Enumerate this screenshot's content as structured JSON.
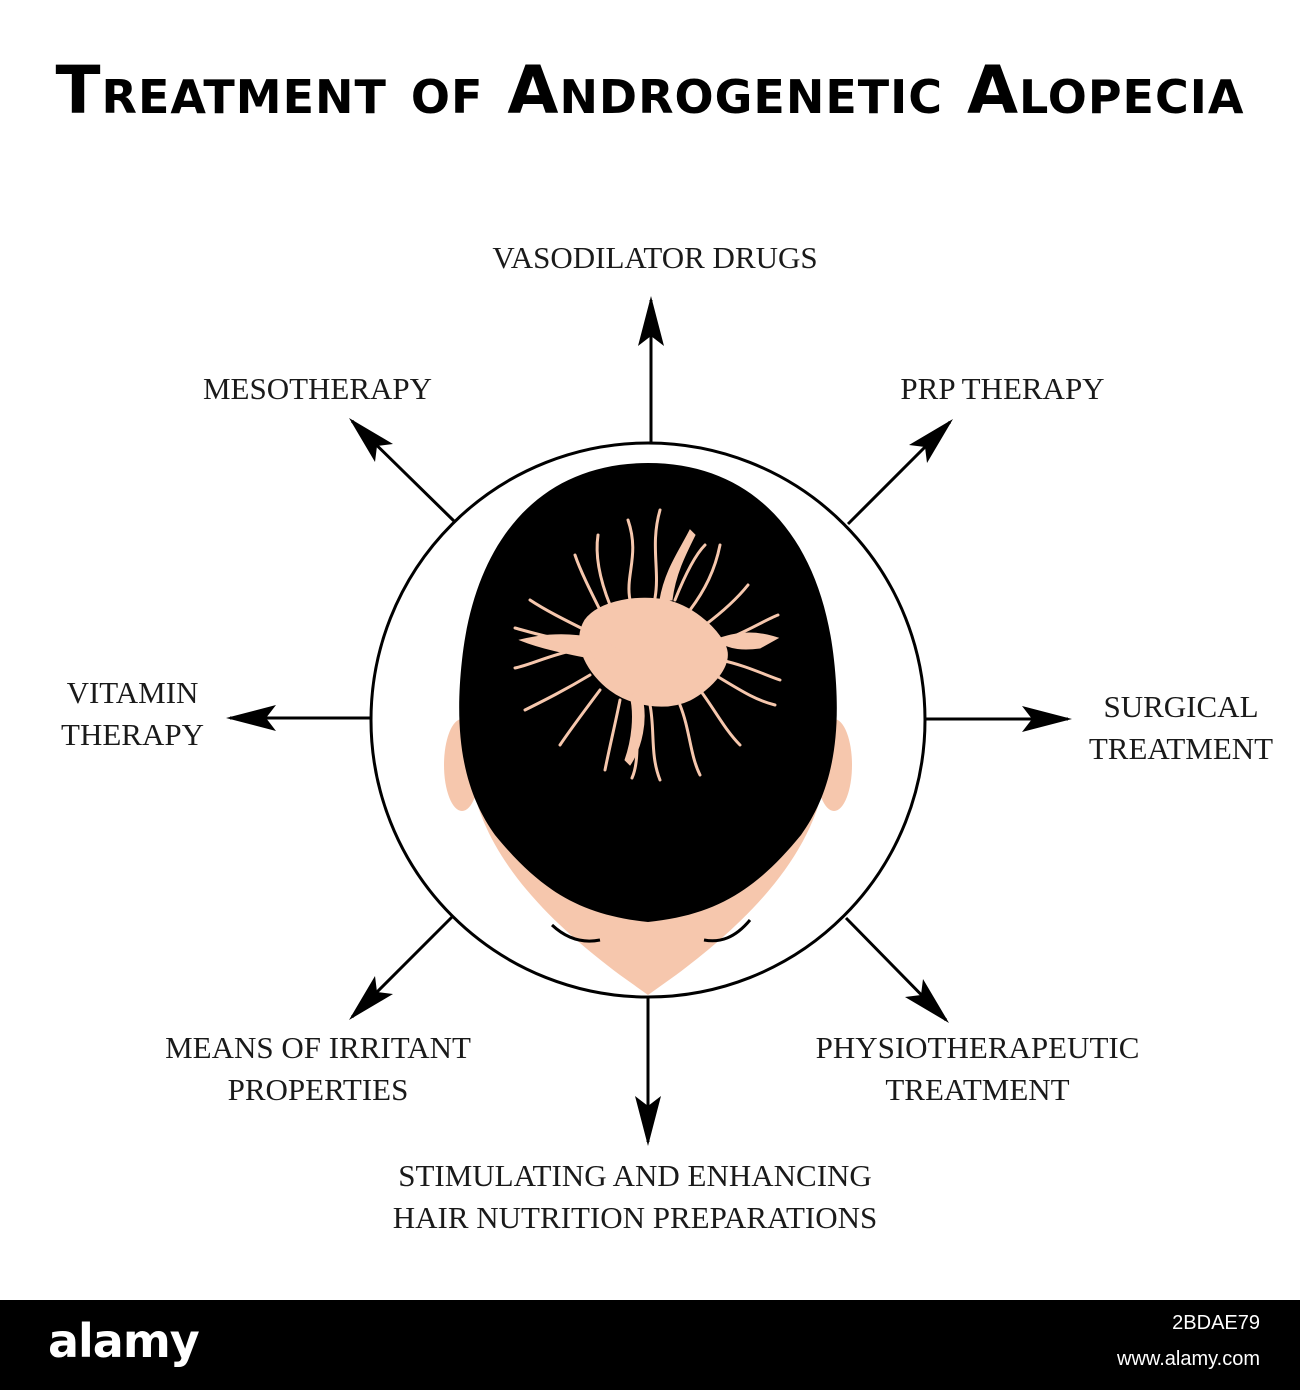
{
  "title": "Treatment of Androgenetic Alopecia",
  "colors": {
    "background": "#ffffff",
    "hair": "#000000",
    "skin": "#f6c7ad",
    "outline": "#000000",
    "footer": "#000000"
  },
  "treatments": {
    "top": {
      "lines": [
        "VASODILATOR DRUGS"
      ]
    },
    "top_left": {
      "lines": [
        "MESOTHERAPY"
      ]
    },
    "top_right": {
      "lines": [
        "PRP THERAPY"
      ]
    },
    "left": {
      "lines": [
        "VITAMIN",
        "THERAPY"
      ]
    },
    "right": {
      "lines": [
        "SURGICAL",
        "TREATMENT"
      ]
    },
    "bottom_left": {
      "lines": [
        "MEANS OF IRRITANT",
        "PROPERTIES"
      ]
    },
    "bottom_right": {
      "lines": [
        "PHYSIOTHERAPEUTIC",
        "TREATMENT"
      ]
    },
    "bottom": {
      "lines": [
        "STIMULATING AND ENHANCING",
        "HAIR NUTRITION PREPARATIONS"
      ]
    }
  },
  "footer": {
    "logo": "alamy",
    "image_code": "2BDAE79",
    "site": "www.alamy.com"
  }
}
